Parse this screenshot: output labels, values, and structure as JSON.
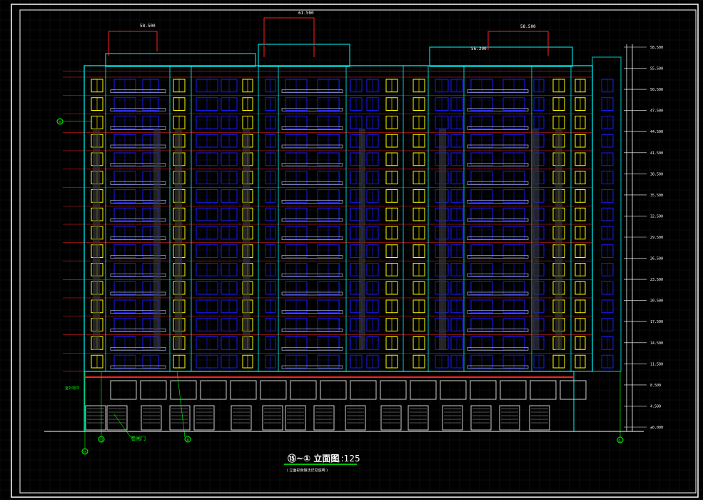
{
  "drawing": {
    "title": "⑮~① 立面图",
    "scale": "1:125",
    "subtitle": "( 立面彩色做法详见说明 )",
    "note_door": "卷闸门",
    "note_base": "室外地坪"
  },
  "axes": {
    "left": "⑮",
    "bottom_a": "⑬",
    "bottom_b": "④",
    "right": "①",
    "left_top": "⑪"
  },
  "elevations": {
    "top_center": "61.500",
    "top_left": "58.500",
    "top_right": "58.500",
    "roof_right": "56.200",
    "right_levels": [
      "58.500",
      "55.500",
      "50.500",
      "47.500",
      "44.500",
      "41.500",
      "38.500",
      "35.500",
      "32.500",
      "29.500",
      "26.500",
      "23.500",
      "20.500",
      "17.500",
      "14.500",
      "11.500",
      "8.500",
      "4.500",
      "±0.000"
    ]
  },
  "colors": {
    "wall": "#00ffff",
    "window": "#1a1aff",
    "window_yellow": "#ffff00",
    "floor_line": "#ff2020",
    "frame": "#ffffff",
    "grid": "#1a1a1a"
  }
}
